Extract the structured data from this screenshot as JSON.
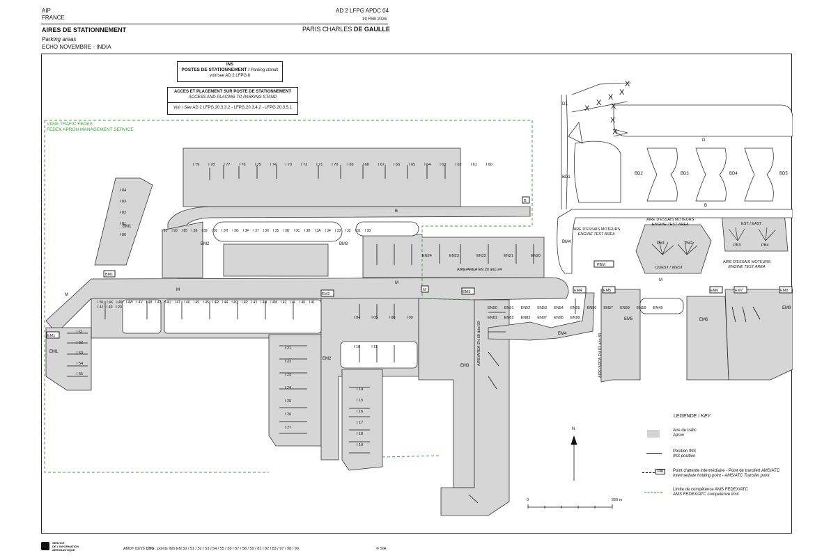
{
  "header": {
    "aip": "AIP",
    "country": "FRANCE",
    "doc_id": "AD 2 LFPG APDC 04",
    "date": "19 FEB 2026",
    "title_fr": "AIRES DE STATIONNEMENT",
    "title_en": "Parking areas",
    "subtitle": "ECHO NOVEMBRE - INDIA",
    "airport_prefix": "PARIS CHARLES ",
    "airport_bold": "DE GAULLE"
  },
  "info_boxes": {
    "ins_title": "INS",
    "ins_line1_fr": "POSTES DE STATIONNEMENT /",
    "ins_line1_en": " Parking stands",
    "ins_line2": "voir/see AD 2 LFPG.8",
    "access_fr": "ACCES ET PLACEMENT SUR POSTE DE STATIONNEMENT",
    "access_en": "ACCESS AND PLACING TO PARKING STAND",
    "access_ref_prefix": "Voir / See",
    "access_ref": " AD 2 LFPG.20.3.3.2 - LFPG.20.3.4.2 - LFPG.20.3.5.1"
  },
  "green_zone": {
    "line1": "VIGIE TRAFIC FEDEX",
    "line2": "FEDEX APRON MANAGEMENT SERVICE"
  },
  "map_labels": {
    "taxiways": [
      "M",
      "M",
      "M",
      "B",
      "B",
      "D",
      "D1",
      "BD1",
      "BD2",
      "BD3",
      "BD4",
      "BD5",
      "BM1",
      "BM2",
      "BM3",
      "BM4",
      "PBM",
      "EM1",
      "EM2",
      "EM3",
      "EM4",
      "EM5",
      "EM6",
      "EM7",
      "EM8",
      "EM9"
    ],
    "engine_test_1_fr": "AIRE D'ESSAIS MOTEURS",
    "engine_test_1_en": "ENGINE TEST AREA",
    "engine_test_2_fr": "AIRE D'ESSAIS MOTEURS",
    "engine_test_2_en": "ENGINE TEST AREA",
    "engine_test_3_fr": "AIRE D'ESSAIS MOTEURS",
    "engine_test_3_en": "ENGINE TEST AREA",
    "est": "EST / EAST",
    "ouest": "OUEST / WEST",
    "pm1": "PM1",
    "pm2": "PM2",
    "pb3": "PB3",
    "pb4": "PB4",
    "aire_en20": "AIRE/AREA EN 20 à/to 24",
    "aire_en50": "AIRE/AREA EN 50 à/to 59",
    "aire_en81": "AIRE/AREA EN 81 à/to 83"
  },
  "stands": {
    "north_row": [
      "I 79",
      "I 78",
      "I 77",
      "I 76",
      "I 75",
      "I 74",
      "I 73",
      "I 72",
      "I 71",
      "I 70",
      "I 69",
      "I 68",
      "I 67",
      "I 66",
      "I 65",
      "I 64",
      "I 63",
      "I 62",
      "I 61",
      "I 60"
    ],
    "bm1_row": [
      "I 84",
      "I 83",
      "I 82",
      "I 81",
      "I 80"
    ],
    "center": [
      "I 91",
      "I 90",
      "I 85",
      "I 86",
      "I 39",
      "I 38",
      "I 3H",
      "I 3G",
      "I 3F",
      "I 37",
      "I 36",
      "I 35",
      "I 3D",
      "I 3C",
      "I 3B",
      "I 3A",
      "I 34",
      "I 33",
      "I 32",
      "I 31",
      "I 30"
    ],
    "en_row": [
      "EN24",
      "EN23",
      "EN22",
      "EN21",
      "EN20"
    ],
    "south_row": [
      "I 50",
      "I 4X",
      "I 49",
      "I 4W",
      "I 4V",
      "I 48",
      "I 47",
      "I 4U",
      "I 4T",
      "I 46",
      "I 4S",
      "I 45",
      "I 4R",
      "I 44",
      "I 4Q",
      "I 4P",
      "I 43",
      "I 4N",
      "I 4M",
      "I 42",
      "I 4L",
      "I 4K",
      "I 41",
      "I 4J",
      "I 40",
      "I 20"
    ],
    "em1": [
      "I 51",
      "I 52",
      "I 53",
      "I 54",
      "I 55"
    ],
    "em2_left": [
      "I 21",
      "I 22",
      "I 23",
      "I 24",
      "I 25",
      "I 26",
      "I 27"
    ],
    "em2_mid": [
      "I 04",
      "I 05",
      "I 06",
      "I 09",
      "I 10",
      "I 11"
    ],
    "em2_bottom": [
      "I 14",
      "I 15",
      "I 16",
      "I 17",
      "I 18",
      "I 19"
    ],
    "en_east": [
      "EN50",
      "EN51",
      "EN52",
      "EN53",
      "EN54",
      "EN55",
      "EN56",
      "EN57",
      "EN58",
      "EN59",
      "EN49",
      "EN81",
      "EN82",
      "EN83",
      "EN97",
      "EN98",
      "EN99"
    ]
  },
  "legend": {
    "title_fr": "LEGENDE /",
    "title_en": " KEY",
    "apron_fr": "Aire de trafic",
    "apron_en": "Apron",
    "ins_fr": "Position INS",
    "ins_en": "INS position",
    "hold_fr": "Point d'attente intermédiaire - Point de transfert AMS/ATC",
    "hold_en": "Intermediate holding point - AMS/ATC Transfer point",
    "hold_tag": "PAI",
    "limit_fr": "Limite  de compétence AMS FEDEX/ATC",
    "limit_en": "AMS FEDEX/ATC competence limit",
    "apron_color": "#d3d3d3",
    "limit_color": "#3aa13a"
  },
  "scale": {
    "zero": "0",
    "max": "250 m",
    "north": "N"
  },
  "footer": {
    "service_l1": "SERVICE",
    "service_l2": "DE L'INFORMATION",
    "service_l3": "AERONAUTIQUE",
    "amdt": "AMDT 02/26",
    "chg_label": "CHG",
    "chg_text": " : points INS EN 50 / 51 / 52 / 53 / 54 / 55 / 56 / 57 / 58 / 59 / 81 / 82 / 83 / 97 / 98 / 99.",
    "copyright": "© SIA"
  }
}
